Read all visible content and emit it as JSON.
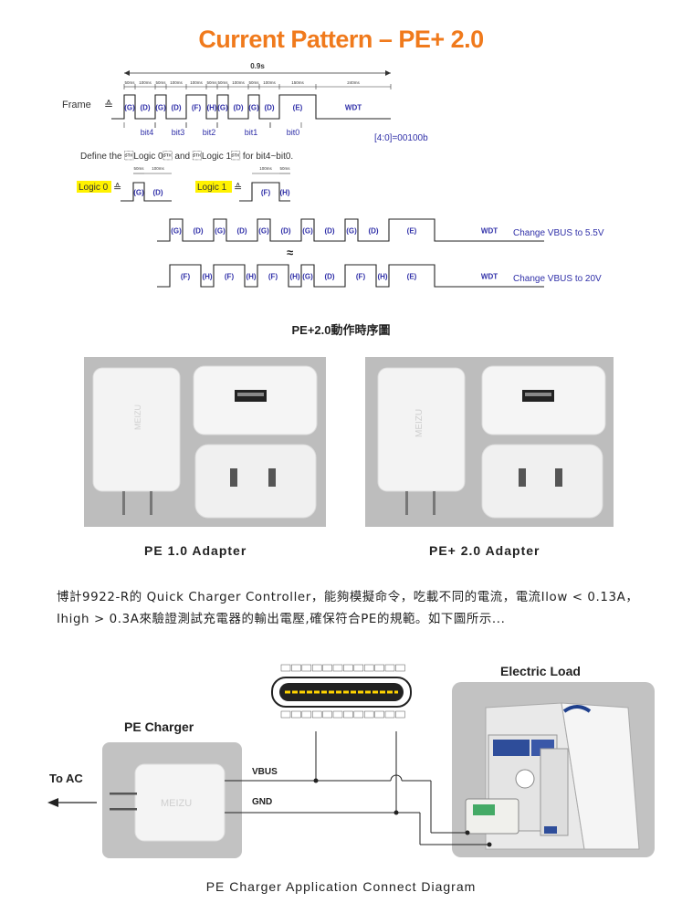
{
  "title": "Current Pattern – PE+ 2.0",
  "timing": {
    "frame_label": "Frame",
    "equiv_symbol": "≙",
    "total_duration": "0.9s",
    "durations": [
      "50ms",
      "100ms",
      "50ms",
      "100ms",
      "100ms",
      "50ms",
      "50ms",
      "100ms",
      "50ms",
      "100ms",
      "150ms",
      "240ms"
    ],
    "frame_segments": [
      "(G)",
      "(D)",
      "(G)",
      "(D)",
      "(F)",
      "(H)",
      "(G)",
      "(D)",
      "(G)",
      "(D)",
      "(E)",
      "WDT"
    ],
    "bits": [
      "bit4",
      "bit3",
      "bit2",
      "bit1",
      "bit0"
    ],
    "code": "[4:0]=00100b",
    "define_text": "Define the \u0002Logic 0\u0002 and \u0002Logic 1\u0002 for bit4~bit0.",
    "logic0_label": "Logic 0",
    "logic1_label": "Logic 1",
    "logic0_durations": [
      "50ms",
      "100ms"
    ],
    "logic1_durations": [
      "100ms",
      "50ms"
    ],
    "logic0_segments": [
      "(G)",
      "(D)"
    ],
    "logic1_segments": [
      "(F)",
      "(H)"
    ],
    "wave1_segments": [
      "(G)",
      "(D)",
      "(G)",
      "(D)",
      "(G)",
      "(D)",
      "(G)",
      "(D)",
      "(G)",
      "(D)",
      "(E)",
      "WDT"
    ],
    "wave1_label": "Change VBUS to 5.5V",
    "wave2_segments": [
      "(F)",
      "(H)",
      "(F)",
      "(H)",
      "(F)",
      "(H)",
      "(G)",
      "(D)",
      "(F)",
      "(H)",
      "(E)",
      "WDT"
    ],
    "wave2_label": "Change VBUS to 20V",
    "ellipsis_mark": "≈"
  },
  "timing_caption": "PE+2.0動作時序圖",
  "adapters": [
    {
      "label": "PE 1.0 Adapter",
      "brand": "MEIZU"
    },
    {
      "label": "PE+ 2.0 Adapter",
      "brand": "MEIZU"
    }
  ],
  "paragraph": "博計9922-R的 Quick Charger Controller，能夠模擬命令，吃載不同的電流，電流Ilow < 0.13A，Ihigh > 0.3A來驗證測試充電器的輸出電壓,確保符合PE的規範。如下圖所示...",
  "connect": {
    "electric_load_label": "Electric Load",
    "pe_charger_label": "PE Charger",
    "to_ac_label": "To AC",
    "vbus_label": "VBUS",
    "gnd_label": "GND",
    "charger_brand": "MEIZU",
    "caption": "PE Charger Application Connect Diagram"
  },
  "colors": {
    "title": "#f07a1c",
    "highlight": "#fff200",
    "wave_text": "#2f2fa8",
    "photo_bg": "#bdbdbd"
  }
}
